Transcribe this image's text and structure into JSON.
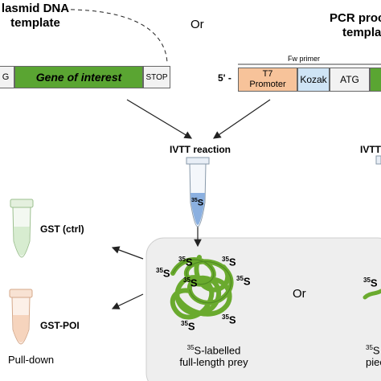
{
  "left_template": {
    "title_line1": "lasmid DNA",
    "title_line2": "template",
    "seg_start": "G",
    "gene": "Gene of interest",
    "stop": "STOP"
  },
  "or_top": "Or",
  "right_template": {
    "title_line1": "PCR proc",
    "title_line2": "templa",
    "primer_label": "Fw primer",
    "five_prime": "5' -",
    "t7_line1": "T7",
    "t7_line2": "Promoter",
    "kozak": "Kozak",
    "atg": "ATG"
  },
  "ivtt": {
    "label": "IVTT reaction",
    "label_right": "IVTT",
    "tube_isotope_mass": "35",
    "tube_isotope_symbol": "S"
  },
  "pulldown": {
    "ctrl_label": "GST (ctrl)",
    "poi_label": "GST-POI",
    "caption": "Pull-down"
  },
  "prey": {
    "isotope_mass": "35",
    "isotope_symbol": "S",
    "or_label": "Or",
    "caption_line1": "S-labelled",
    "caption_line1_mass": "35",
    "caption_line2": "full-length prey",
    "right_caption_line1_mass": "35",
    "right_caption_line1": "S",
    "right_caption_line2": "piec",
    "right_isotope_mass": "35",
    "right_isotope_symbol": "S"
  },
  "colors": {
    "gene_green": "#5aa532",
    "t7_orange": "#f7c39a",
    "kozak_blue": "#cfe4f5",
    "ctrl_tube": "#d7ecd0",
    "poi_tube": "#f6d4bd",
    "tube_liquid": "#8bb0e0",
    "panel_gray": "#eeeeee",
    "prey_green": "#6aaa2e"
  }
}
